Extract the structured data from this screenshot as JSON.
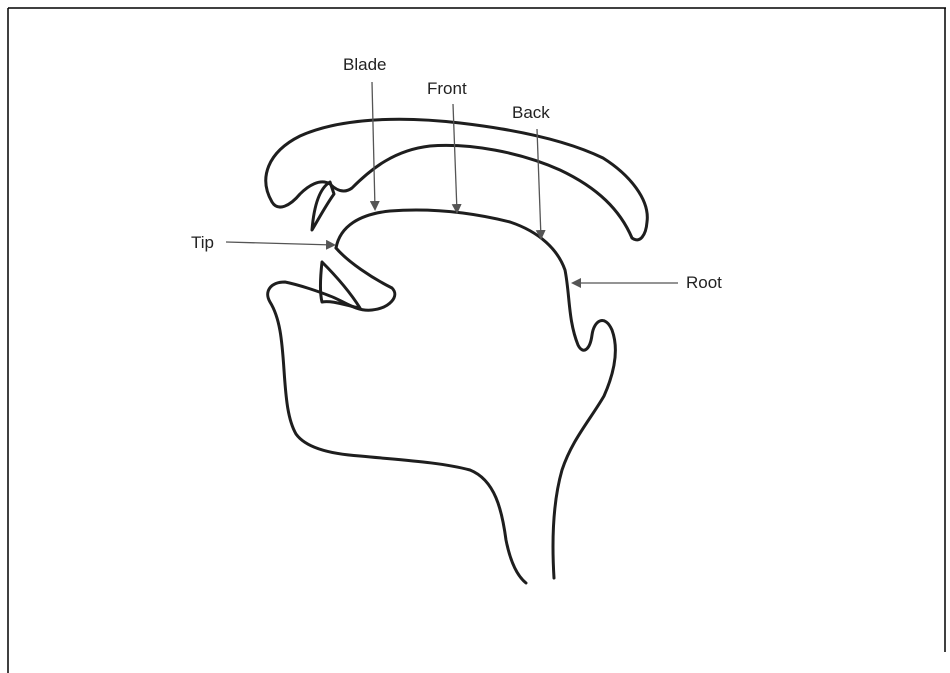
{
  "diagram": {
    "labels": {
      "blade": "Blade",
      "front": "Front",
      "back": "Back",
      "tip": "Tip",
      "root": "Root"
    },
    "colors": {
      "line": "#1e1e1e",
      "arrow": "#555555",
      "border": "#000000",
      "background": "#ffffff"
    }
  }
}
